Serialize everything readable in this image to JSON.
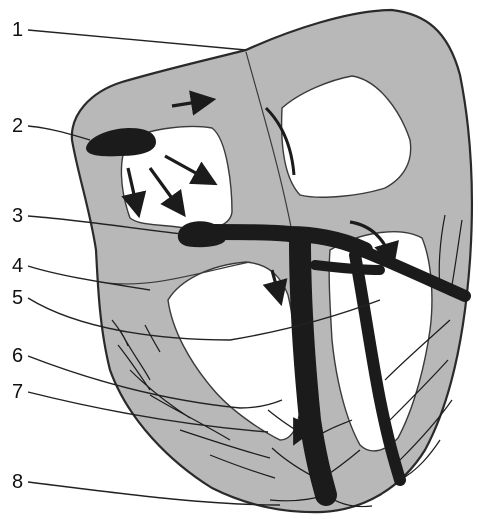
{
  "labels": [
    {
      "id": 1,
      "text": "1"
    },
    {
      "id": 2,
      "text": "2"
    },
    {
      "id": 3,
      "text": "3"
    },
    {
      "id": 4,
      "text": "4"
    },
    {
      "id": 5,
      "text": "5"
    },
    {
      "id": 6,
      "text": "6"
    },
    {
      "id": 7,
      "text": "7"
    },
    {
      "id": 8,
      "text": "8"
    }
  ],
  "colors": {
    "wall": "#b8b8b8",
    "chamber": "#ffffff",
    "conduction": "#1b1b1b",
    "outline": "#2a2a2a"
  }
}
